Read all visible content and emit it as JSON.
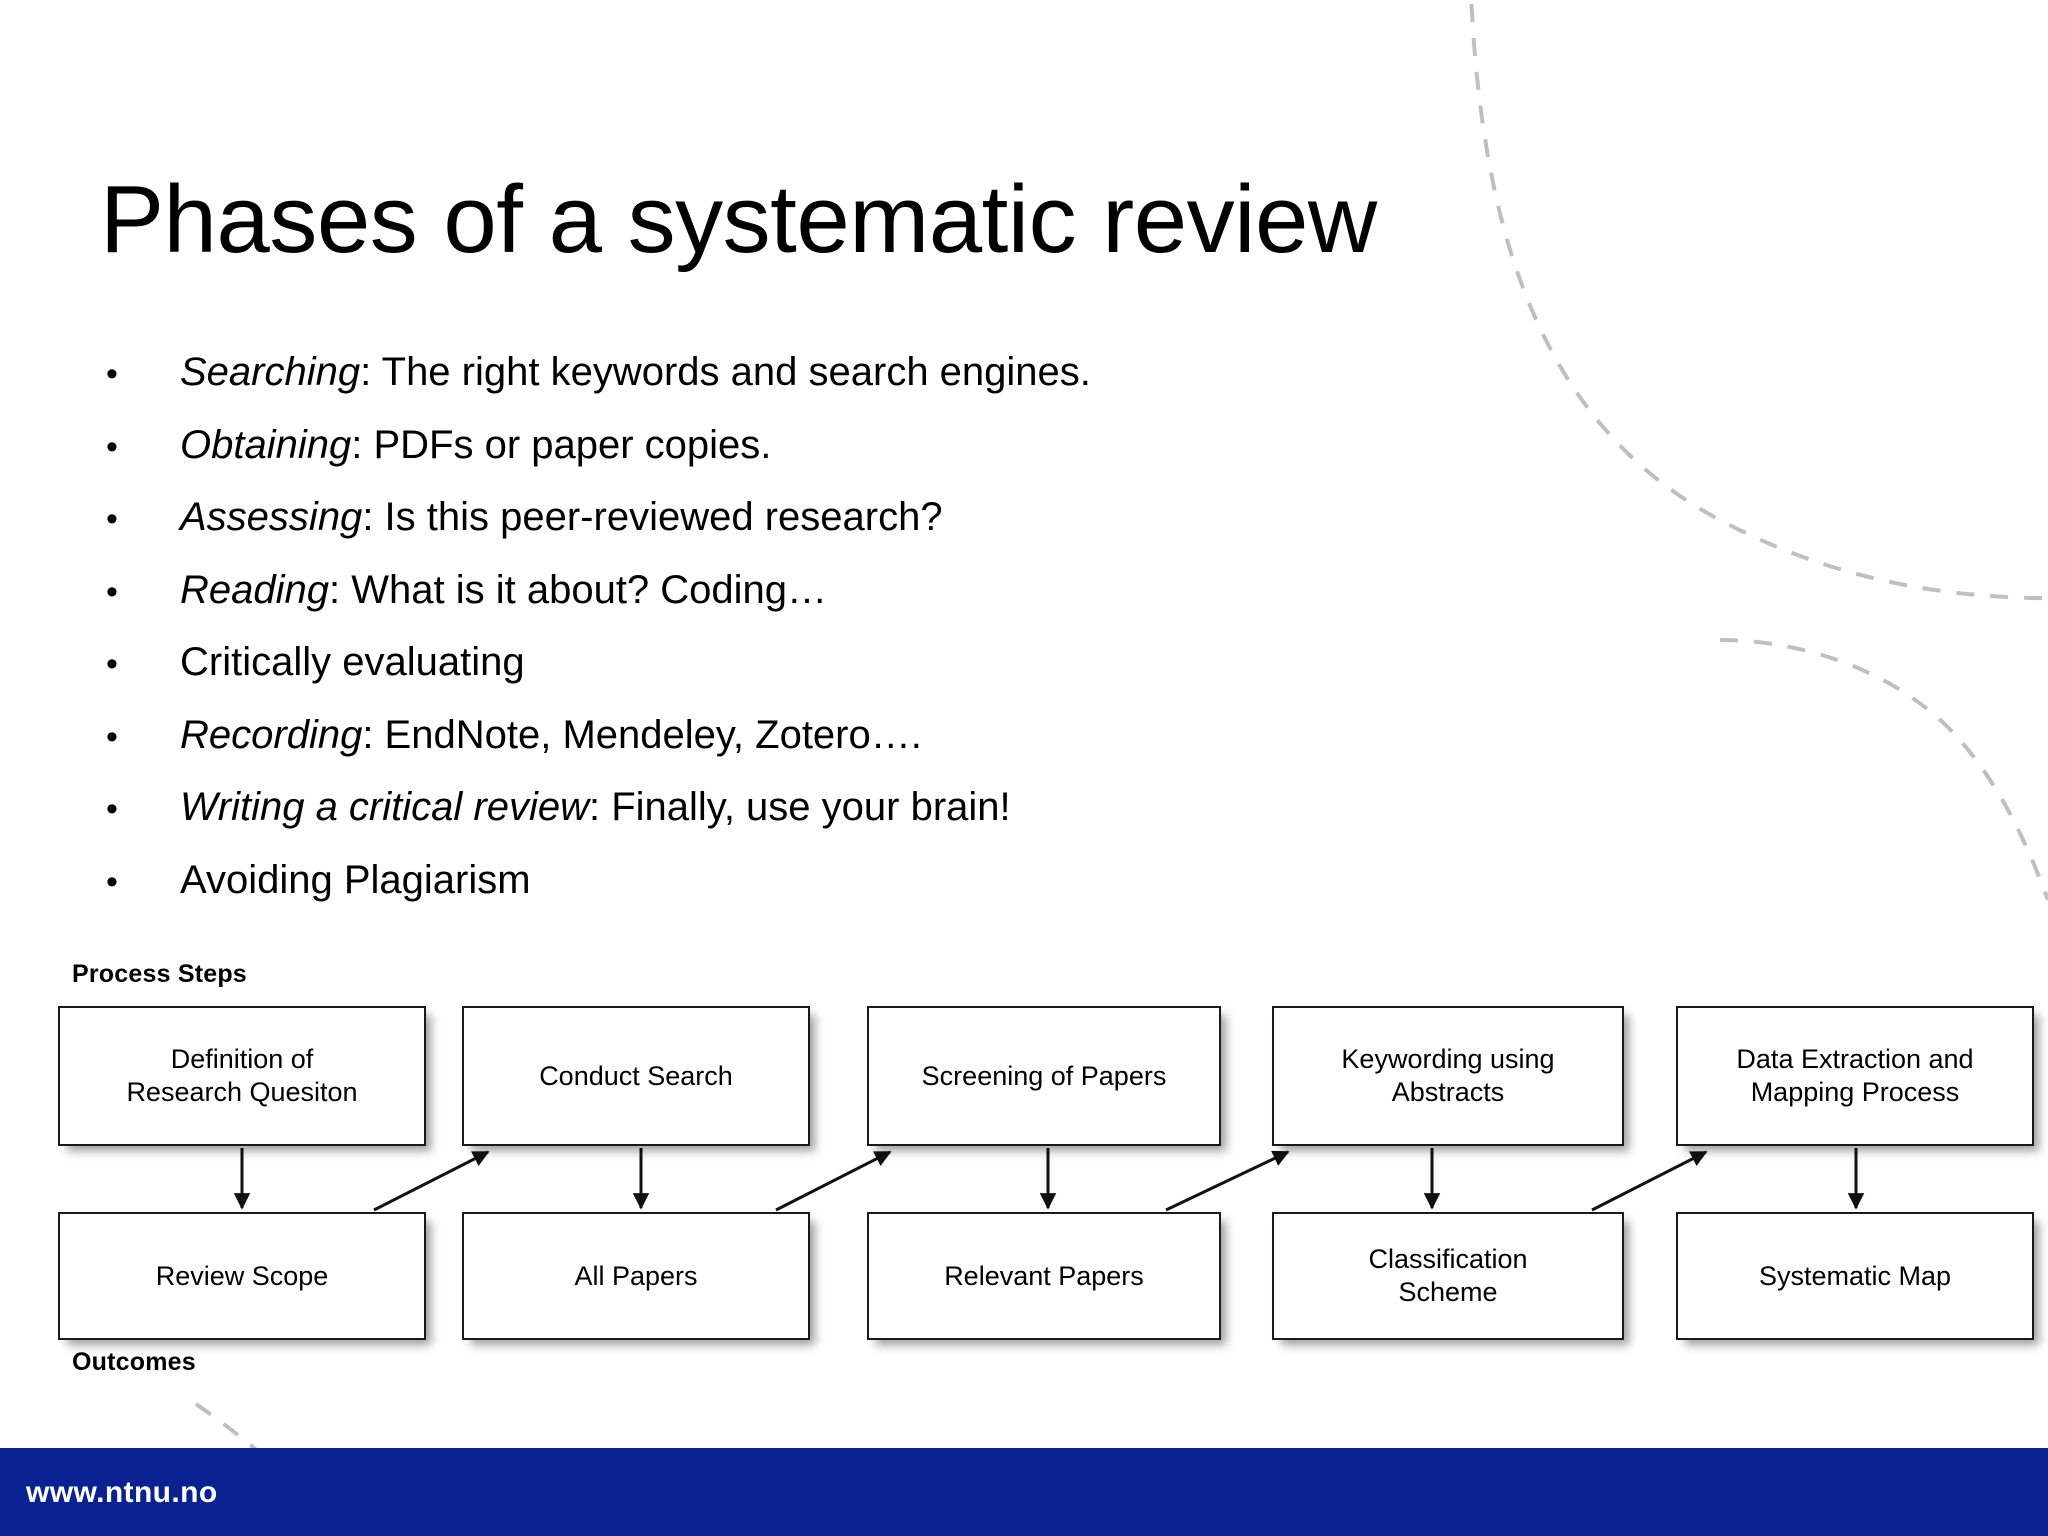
{
  "slide": {
    "title": "Phases of a systematic review",
    "bullet_marker": "•",
    "bullets": [
      {
        "em": "Searching",
        "rest": ": The right keywords and search engines."
      },
      {
        "em": "Obtaining",
        "rest": ": PDFs or paper copies."
      },
      {
        "em": "Assessing",
        "rest": ": Is this peer-reviewed research?"
      },
      {
        "em": "Reading",
        "rest": ": What is it about? Coding…"
      },
      {
        "em": "",
        "rest": "Critically evaluating"
      },
      {
        "em": "Recording",
        "rest": ": EndNote, Mendeley, Zotero…."
      },
      {
        "em": "Writing a critical review",
        "rest": ": Finally, use your brain!"
      },
      {
        "em": "",
        "rest": "Avoiding Plagiarism"
      }
    ]
  },
  "diagram": {
    "process_label": "Process Steps",
    "outcomes_label": "Outcomes",
    "process_steps": [
      "Definition of\nResearch Quesiton",
      "Conduct Search",
      "Screening of Papers",
      "Keywording using\nAbstracts",
      "Data Extraction and\nMapping Process"
    ],
    "outcomes": [
      "Review Scope",
      "All Papers",
      "Relevant Papers",
      "Classification\nScheme",
      "Systematic Map"
    ]
  },
  "footer": {
    "url": "www.ntnu.no",
    "bar_color": "#0A2191"
  },
  "colors": {
    "background": "#FFFFFF",
    "text": "#000000",
    "footer_blue": "#0A2191",
    "deco_line": "#BFBFBF",
    "node_border": "#1A1A1A"
  }
}
